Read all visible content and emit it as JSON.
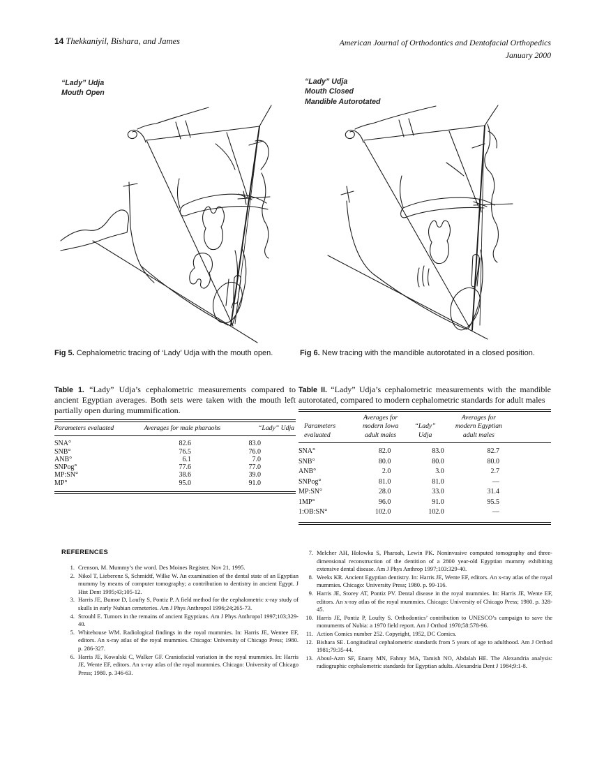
{
  "header": {
    "page_number": "14",
    "authors": "Thekkaniyil, Bishara, and James",
    "journal": "American Journal of Orthodontics and Dentofacial Orthopedics",
    "issue_date": "January 2000"
  },
  "figures": {
    "fig5": {
      "label_lines": [
        "“Lady” Udja",
        "Mouth Open"
      ],
      "caption_label": "Fig 5.",
      "caption_text": "Cephalometric tracing of ‘Lady’ Udja with the mouth open."
    },
    "fig6": {
      "label_lines": [
        "“Lady” Udja",
        "Mouth Closed",
        "Mandible Autorotated"
      ],
      "caption_label": "Fig 6.",
      "caption_text": "New tracing with the mandible autorotated in a closed position."
    }
  },
  "table1": {
    "caption_label": "Table 1.",
    "caption_text": "“Lady” Udja’s cephalometric measurements compared to ancient Egyptian averages. Both sets were taken with the mouth left partially open during mummification.",
    "headers": [
      "Parameters evaluated",
      "Averages for male pharaohs",
      "“Lady” Udja"
    ],
    "rows": [
      [
        "SNA°",
        "82.6",
        "83.0"
      ],
      [
        "SNB°",
        "76.5",
        "76.0"
      ],
      [
        "ANB°",
        "6.1",
        "7.0"
      ],
      [
        "SNPog°",
        "77.6",
        "77.0"
      ],
      [
        "MP:SN°",
        "38.6",
        "39.0"
      ],
      [
        "MP°",
        "95.0",
        "91.0"
      ]
    ]
  },
  "table2": {
    "caption_label": "Table II.",
    "caption_text": "“Lady” Udja’s cephalometric measurements with the mandible autorotated, compared to modern cephalometric standards for adult males",
    "headers": [
      "Parameters\nevaluated",
      "Averages for\nmodern Iowa\nadult males",
      "“Lady”\nUdja",
      "Averages for\nmodern Egyptian\nadult males"
    ],
    "rows": [
      [
        "SNA°",
        "82.0",
        "83.0",
        "82.7"
      ],
      [
        "SNB°",
        "80.0",
        "80.0",
        "80.0"
      ],
      [
        "ANB°",
        "2.0",
        "3.0",
        "2.7"
      ],
      [
        "SNPog°",
        "81.0",
        "81.0",
        "—"
      ],
      [
        "MP:SN°",
        "28.0",
        "33.0",
        "31.4"
      ],
      [
        "1MP°",
        "96.0",
        "91.0",
        "95.5"
      ],
      [
        "1:OB:SN°",
        "102.0",
        "102.0",
        "—"
      ]
    ]
  },
  "references": {
    "heading": "REFERENCES",
    "left": [
      {
        "n": "1.",
        "text": "Crenson, M. Mummy’s the word. Des Moines Register, Nov 21, 1995."
      },
      {
        "n": "2.",
        "text": "Nikol T, Lieberenz S, Schmidtf, Wilke W. An examination of the dental state of an Egyptian mummy by means of computer tomography; a contribution to dentistry in ancient Egypt. J Hist Dent 1995;43;105-12."
      },
      {
        "n": "3.",
        "text": "Harris JE, Bumor D, Loufty S, Pontiz P. A field method for the cephalometric x-ray study of skulls in early Nubian cemeteries. Am J Phys Anthropol 1996;24;265-73."
      },
      {
        "n": "4.",
        "text": "Strouhl E. Tumors in the remains of ancient Egyptians. Am J Phys Anthropol 1997;103;329-40."
      },
      {
        "n": "5.",
        "text": "Whitehouse WM. Radiological findings in the royal mummies. In: Harris JE, Wentee EF, editors. An x-ray atlas of the royal mummies. Chicago: University of Chicago Press; 1980. p. 286-327."
      },
      {
        "n": "6.",
        "text": "Harris JE, Kowalski C, Walker GF. Craniofacial variation in the royal mummies. In: Harris JE, Wente EF, editors. An x-ray atlas of the royal mummies. Chicago: University of Chicago Press; 1980. p. 346-63."
      }
    ],
    "right": [
      {
        "n": "7.",
        "text": "Melcher AH, Holowka S, Pharoah, Lewin PK. Noninvasive computed tomography and three-dimensional reconstruction of the dentition of a 2800 year-old Egyptian mummy exhibiting extensive dental disease. Am J Phys Anthrop 1997;103:329-40."
      },
      {
        "n": "8.",
        "text": "Weeks KR. Ancient Egyptian dentistry. In: Harris JE, Wente EF, editors. An x-ray atlas of the royal mummies. Chicago: University Press; 1980. p. 99-116."
      },
      {
        "n": "9.",
        "text": "Harris JE, Storey AT, Pontiz PV. Dental disease in the royal mummies. In: Harris JE, Wente EF, editors. An x-ray atlas of the royal mummies. Chicago: University of Chicago Press; 1980. p. 328-45."
      },
      {
        "n": "10.",
        "text": "Harris JE, Pontiz P, Loufty S. Orthodontics’ contribution to UNESCO’s campaign to save the monuments of Nubia: a 1970 field report. Am J Orthod 1970;58:578-96."
      },
      {
        "n": "11.",
        "text": "Action Comics number 252. Copyright, 1952, DC Comics."
      },
      {
        "n": "12.",
        "text": "Bishara SE. Longitudinal cephalometric standards from 5 years of age to adulthood. Am J Orthod 1981;79:35-44."
      },
      {
        "n": "13.",
        "text": "Aboul-Azm SF, Enany MN, Fahmy MA, Tamish NO, Abdalah HE. The Alexandria analysis: radiographic cephalometric standards for Egyptian adults. Alexandria Dent J 1984;9:1-8."
      }
    ]
  }
}
